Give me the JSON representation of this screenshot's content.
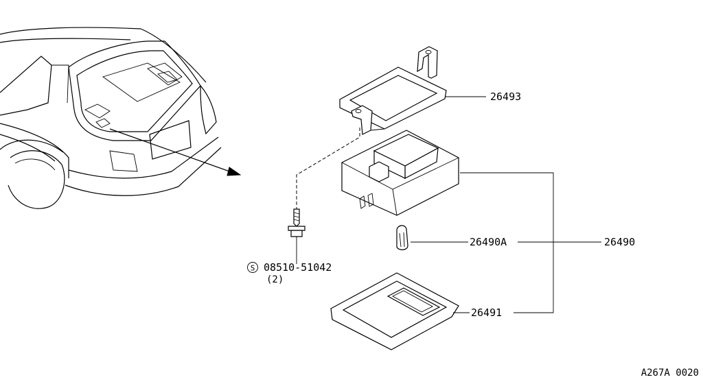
{
  "parts": {
    "bracket": "26493",
    "lamp_assembly": "26490",
    "bulb": "26490A",
    "lens": "26491",
    "screw": "08510-51042",
    "screw_qty": "(2)",
    "screw_symbol": "S"
  },
  "diagram_code": "A267A 0020"
}
